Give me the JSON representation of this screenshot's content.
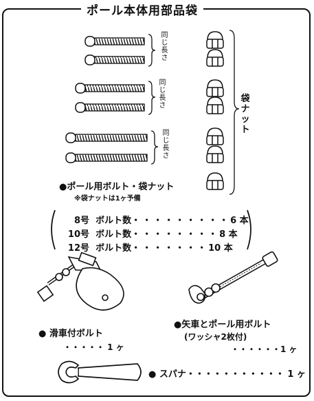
{
  "title": "ポール本体用部品袋",
  "bolt_groups": [
    {
      "label_lines": [
        "同",
        "じ",
        "長",
        "さ"
      ]
    },
    {
      "label_lines": [
        "同",
        "じ",
        "長",
        "さ"
      ]
    },
    {
      "label_lines": [
        "同",
        "じ",
        "長",
        "さ"
      ]
    }
  ],
  "nut_label_lines": [
    "袋",
    "ナ",
    "ッ",
    "ト"
  ],
  "bolt_nut_heading": "●ポール用ボルト・袋ナット",
  "spare_note": "※袋ナットは1ヶ予備",
  "counts": [
    {
      "size": "8号",
      "label": "ボルト数",
      "dots": "・・・・・・・・・",
      "value": "6 本"
    },
    {
      "size": "10号",
      "label": "ボルト数",
      "dots": "・・・・・・・・",
      "value": "8 本"
    },
    {
      "size": "12号",
      "label": "ボルト数",
      "dots": "・・・・・・・",
      "value": "10 本"
    }
  ],
  "pulley_bolt": {
    "label": "● 滑車付ボルト",
    "qty": "・・・・・ 1 ヶ"
  },
  "arrow_bolt": {
    "label": "●矢車とポール用ボルト",
    "sub": "(ワッシャ2枚付)",
    "qty": "・・・・・・1 ヶ"
  },
  "spanner": {
    "label": "● スパナ・・・・・・・・・・・ 1 ヶ"
  }
}
